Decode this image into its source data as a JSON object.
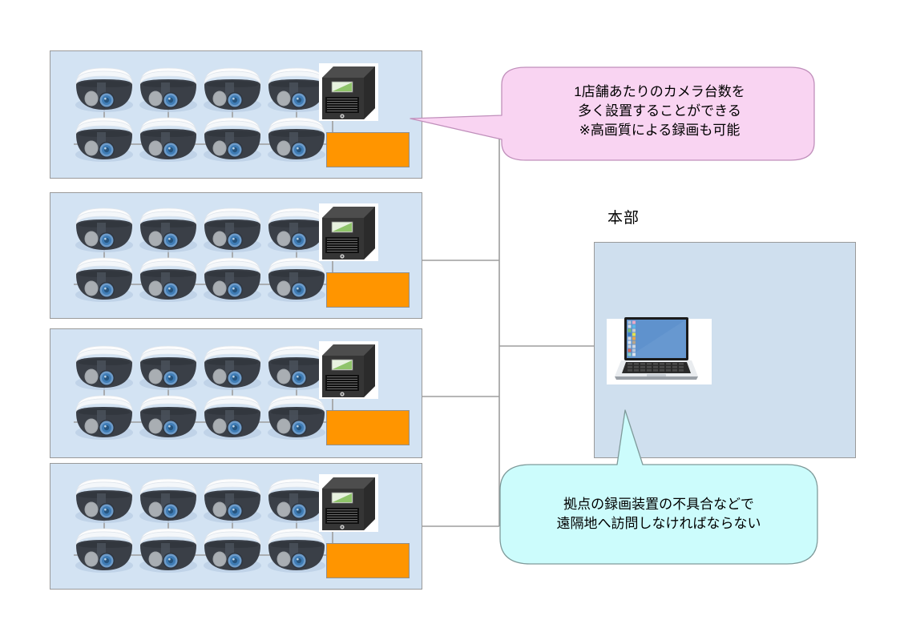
{
  "diagram": {
    "title_hidden": "",
    "hq": {
      "label": "本部"
    },
    "stores": [
      {
        "name": "store-1",
        "camera_count": 8,
        "recorder": "nvr",
        "network_device": "orange-device"
      },
      {
        "name": "store-2",
        "camera_count": 8,
        "recorder": "nvr",
        "network_device": "orange-device"
      },
      {
        "name": "store-3",
        "camera_count": 8,
        "recorder": "nvr",
        "network_device": "orange-device"
      },
      {
        "name": "store-4",
        "camera_count": 8,
        "recorder": "nvr",
        "network_device": "orange-device"
      }
    ],
    "callouts": [
      {
        "id": "callout-benefit",
        "color": "#f9d4f2",
        "border": "#c08fbb",
        "lines": [
          "1店舗あたりのカメラ台数を",
          "多く設置することができる",
          "※高画質による録画も可能"
        ]
      },
      {
        "id": "callout-issue",
        "color": "#ccfcfc",
        "border": "#7f9a9a",
        "lines": [
          "拠点の録画装置の不具合などで",
          "遠隔地へ訪問しなければならない"
        ]
      }
    ],
    "icons": {
      "camera": "dome-camera-icon",
      "recorder": "nvr-recorder-icon",
      "laptop": "laptop-icon",
      "network": "network-device-icon"
    },
    "colors": {
      "store_fill": "#d3e3f3",
      "hq_fill": "#cfdfee",
      "orange": "#FF9500",
      "pink_callout": "#f9d4f2",
      "cyan_callout": "#ccfcfc",
      "wire": "#9d9d9d"
    }
  }
}
